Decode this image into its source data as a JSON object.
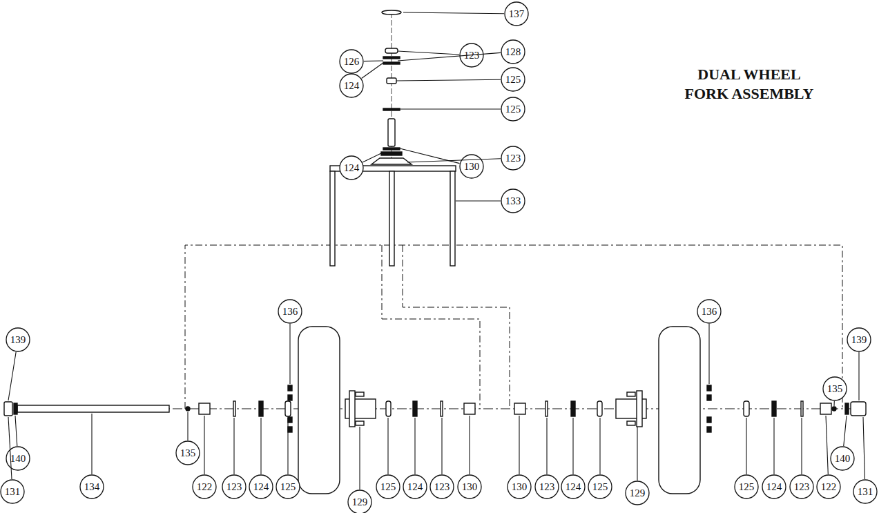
{
  "diagram": {
    "title": "DUAL WHEEL FORK ASSEMBLY",
    "labels": [
      "137",
      "123",
      "128",
      "126",
      "124",
      "125",
      "125",
      "124",
      "130",
      "123",
      "133",
      "139",
      "140",
      "131",
      "134",
      "135",
      "136",
      "122",
      "123",
      "124",
      "125",
      "129",
      "125",
      "124",
      "123",
      "130",
      "130",
      "123",
      "124",
      "125",
      "129",
      "136",
      "125",
      "124",
      "123",
      "122",
      "135",
      "139",
      "140",
      "131"
    ]
  }
}
